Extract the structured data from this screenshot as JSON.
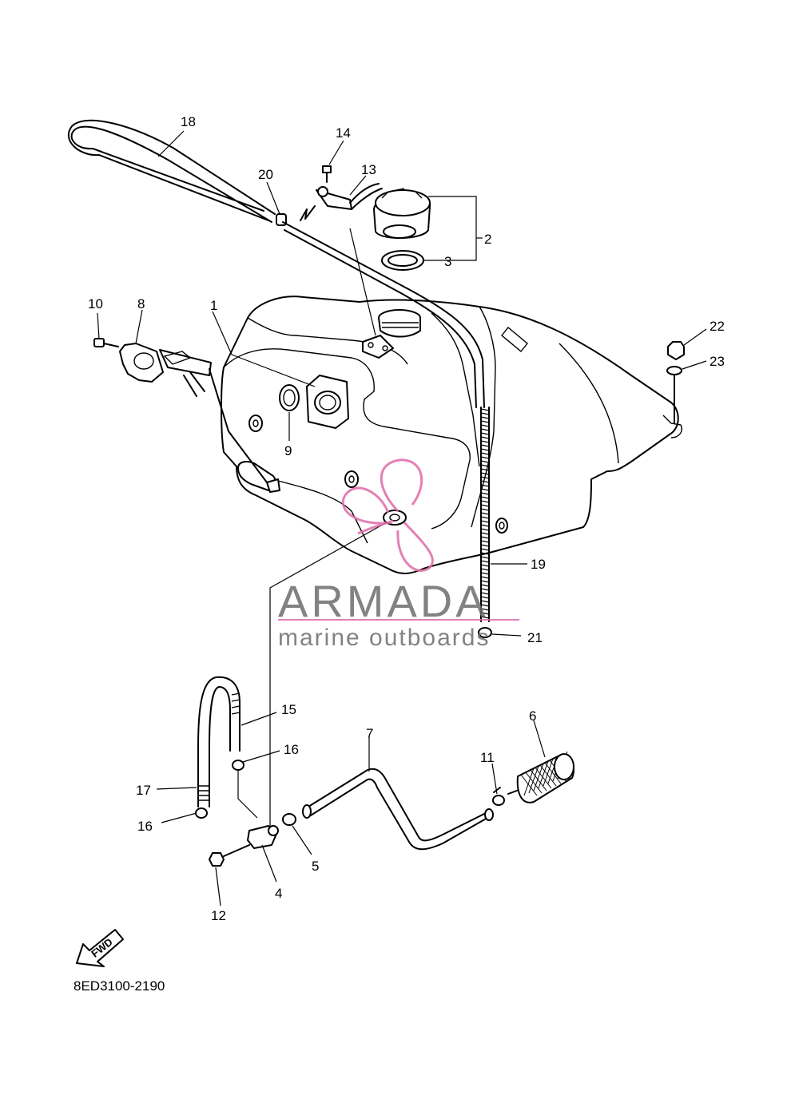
{
  "diagram": {
    "drawing_code": "8ED3100-2190",
    "direction_label": "FWD",
    "callouts": [
      "1",
      "2",
      "3",
      "4",
      "5",
      "6",
      "7",
      "8",
      "9",
      "10",
      "11",
      "12",
      "13",
      "14",
      "15",
      "16",
      "16",
      "17",
      "18",
      "19",
      "20",
      "21",
      "22",
      "23"
    ]
  },
  "watermark": {
    "brand": "ARMADA",
    "tagline": "marine outboards",
    "brand_color": "#6d6d6d",
    "accent_color": "#e06aa8"
  }
}
